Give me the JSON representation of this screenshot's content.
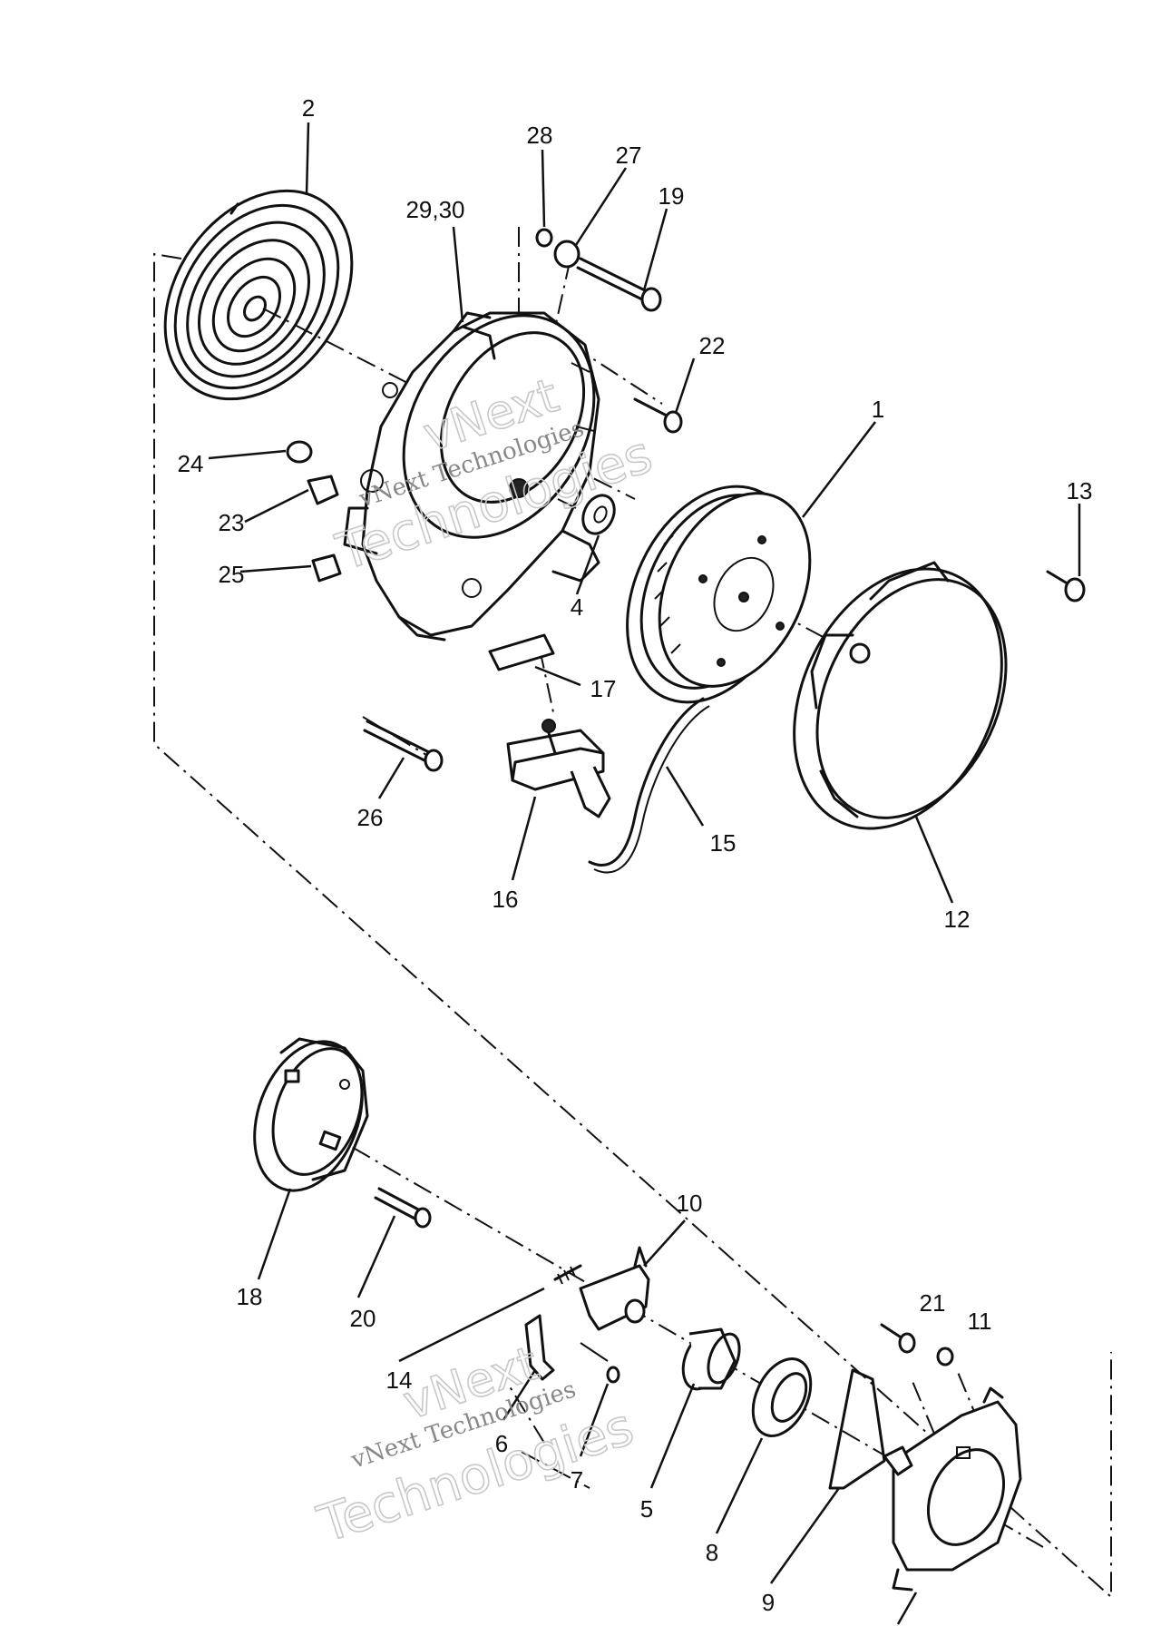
{
  "watermarks": [
    {
      "line1": "vNext",
      "line2": "vNext Technologies",
      "line3": "Technologies"
    },
    {
      "line1": "vNext",
      "line2": "vNext Technologies",
      "line3": "Technologies"
    }
  ],
  "callouts": {
    "c1": "1",
    "c2": "2",
    "c4": "4",
    "c5": "5",
    "c6": "6",
    "c7": "7",
    "c8": "8",
    "c9": "9",
    "c10": "10",
    "c11": "11",
    "c12": "12",
    "c13": "13",
    "c14": "14",
    "c15": "15",
    "c16": "16",
    "c17": "17",
    "c18": "18",
    "c19": "19",
    "c20": "20",
    "c21": "21",
    "c22": "22",
    "c23": "23",
    "c24": "24",
    "c25": "25",
    "c26": "26",
    "c27": "27",
    "c28": "28",
    "c2930": "29,30"
  }
}
